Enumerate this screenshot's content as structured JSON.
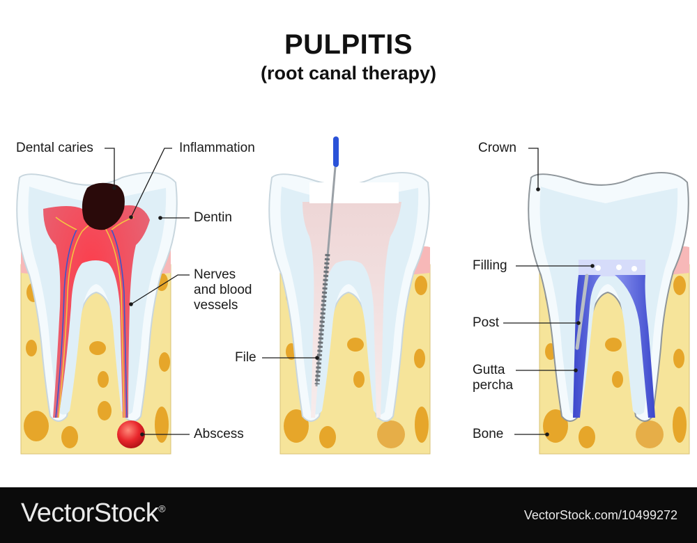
{
  "title": "PULPITIS",
  "subtitle": "(root canal therapy)",
  "labels": {
    "dental_caries": "Dental caries",
    "inflammation": "Inflammation",
    "dentin": "Dentin",
    "nerves": [
      "Nerves",
      "and blood",
      "vessels"
    ],
    "abscess": "Abscess",
    "file": "File",
    "crown": "Crown",
    "filling": "Filling",
    "post": "Post",
    "gutta": [
      "Gutta",
      "percha"
    ],
    "bone": "Bone"
  },
  "footer": {
    "brand": "VectorStock",
    "registered": "®",
    "image_ref": "VectorStock.com/10499272"
  },
  "colors": {
    "bone": "#f6e49a",
    "bone_holes": "#e6a62a",
    "gum": "#f7b8b8",
    "enamel": "#ffffff",
    "dentin": "#dfeff7",
    "inflamed_pulp": "#e84a5f",
    "filling_blue": "#4a56d6",
    "abscess": "#e8262b",
    "footer_bg": "#0b0b0b"
  }
}
